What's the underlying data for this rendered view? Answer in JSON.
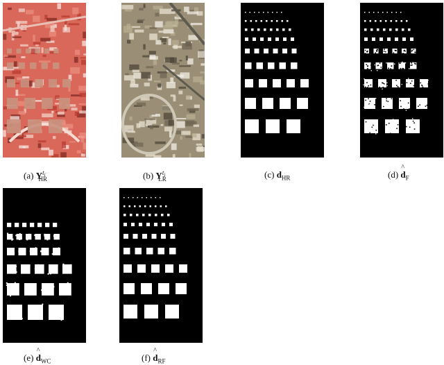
{
  "figure": {
    "panels": [
      {
        "id": "a",
        "letter": "(a)",
        "symbol": "Y",
        "sup": "ti",
        "sub": "HR",
        "hat": false,
        "kind": "false-color-image"
      },
      {
        "id": "b",
        "letter": "(b)",
        "symbol": "Y",
        "sup": "tj",
        "sub": "LR",
        "hat": false,
        "kind": "true-color-image"
      },
      {
        "id": "c",
        "letter": "(c)",
        "symbol": "d",
        "sup": "",
        "sub": "HR",
        "hat": false,
        "kind": "change-map"
      },
      {
        "id": "d",
        "letter": "(d)",
        "symbol": "d",
        "sup": "",
        "sub": "F",
        "hat": true,
        "kind": "change-map"
      },
      {
        "id": "e",
        "letter": "(e)",
        "symbol": "d",
        "sup": "",
        "sub": "WC",
        "hat": true,
        "kind": "change-map"
      },
      {
        "id": "f",
        "letter": "(f)",
        "symbol": "d",
        "sup": "",
        "sub": "RF",
        "hat": true,
        "kind": "change-map"
      }
    ],
    "colors": {
      "background": "#000000",
      "foreground": "#ffffff",
      "false_color_base": "#d9675a",
      "patch_color": "#c9917e",
      "true_color_base": "#9a8f76"
    },
    "square_grid": {
      "rows_columns": [
        9,
        9,
        8,
        7,
        6,
        5,
        5,
        4,
        3
      ]
    }
  }
}
